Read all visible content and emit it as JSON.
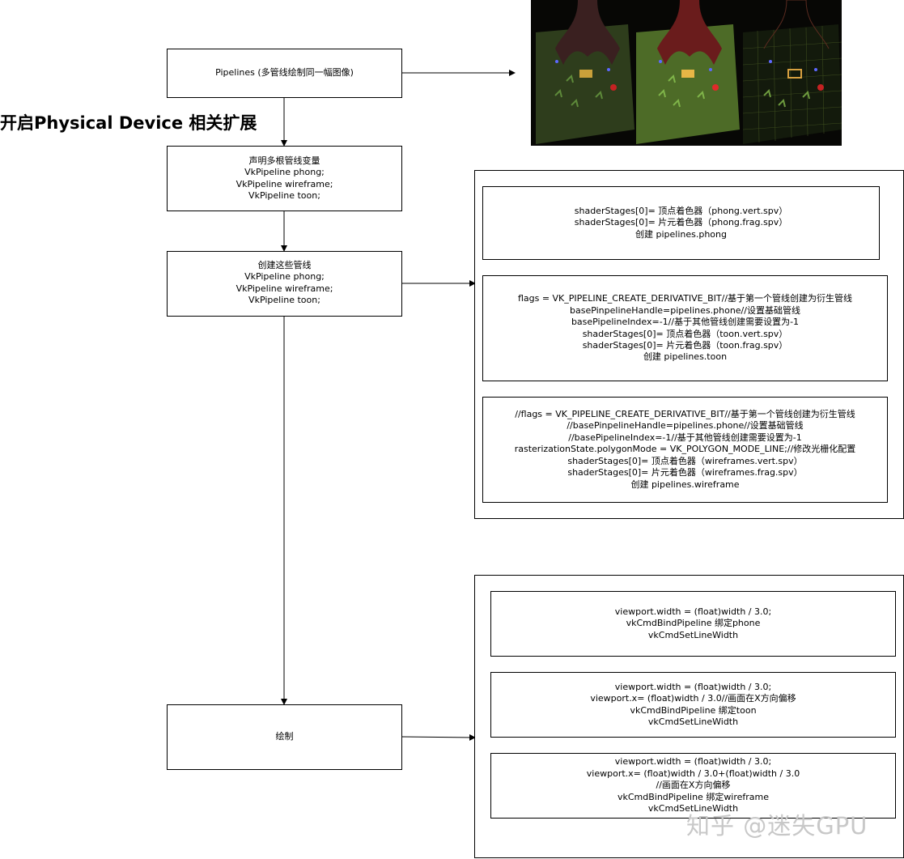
{
  "heading": "开启Physical Device 相关扩展",
  "watermark": "知乎 @迷失GPU",
  "nodes": {
    "pipelines": {
      "lines": [
        "Pipelines (多管线绘制同一幅图像)"
      ]
    },
    "declare": {
      "lines": [
        "声明多根管线变量",
        "VkPipeline phong;",
        "VkPipeline wireframe;",
        "VkPipeline toon;"
      ]
    },
    "create": {
      "lines": [
        "创建这些管线",
        "VkPipeline phong;",
        "VkPipeline wireframe;",
        "VkPipeline toon;"
      ]
    },
    "draw": {
      "lines": [
        "绘制"
      ]
    }
  },
  "create_details": [
    {
      "lines": [
        "shaderStages[0]=  顶点着色器（phong.vert.spv）",
        "shaderStages[0]=  片元着色器（phong.frag.spv）",
        "创建 pipelines.phong"
      ]
    },
    {
      "lines": [
        "flags = VK_PIPELINE_CREATE_DERIVATIVE_BIT//基于第一个管线创建为衍生管线",
        "basePinpelineHandle=pipelines.phone//设置基础管线",
        "basePipelineIndex=-1//基于其他管线创建需要设置为-1",
        "shaderStages[0]=  顶点着色器（toon.vert.spv）",
        "shaderStages[0]=  片元着色器（toon.frag.spv）",
        "创建 pipelines.toon"
      ]
    },
    {
      "lines": [
        "//flags = VK_PIPELINE_CREATE_DERIVATIVE_BIT//基于第一个管线创建为衍生管线",
        "//basePinpelineHandle=pipelines.phone//设置基础管线",
        "//basePipelineIndex=-1//基于其他管线创建需要设置为-1",
        "rasterizationState.polygonMode = VK_POLYGON_MODE_LINE;//修改光栅化配置",
        "shaderStages[0]=  顶点着色器（wireframes.vert.spv）",
        "shaderStages[0]=  片元着色器（wireframes.frag.spv）",
        "创建 pipelines.wireframe"
      ]
    }
  ],
  "draw_details": [
    {
      "lines": [
        "viewport.width = (float)width / 3.0;",
        "vkCmdBindPipeline 绑定phone",
        "vkCmdSetLineWidth"
      ]
    },
    {
      "lines": [
        "viewport.width = (float)width / 3.0;",
        "viewport.x= (float)width / 3.0//画面在X方向偏移",
        "vkCmdBindPipeline 绑定toon",
        "vkCmdSetLineWidth"
      ]
    },
    {
      "lines": [
        "viewport.width = (float)width / 3.0;",
        "viewport.x= (float)width / 3.0+(float)width / 3.0",
        "//画面在X方向偏移",
        "vkCmdBindPipeline 绑定wireframe",
        "vkCmdSetLineWidth"
      ]
    }
  ],
  "colors": {
    "line": "#000000",
    "border": "#000000",
    "scene_bg": "#0a0a06",
    "ground": "#3d5a22"
  }
}
